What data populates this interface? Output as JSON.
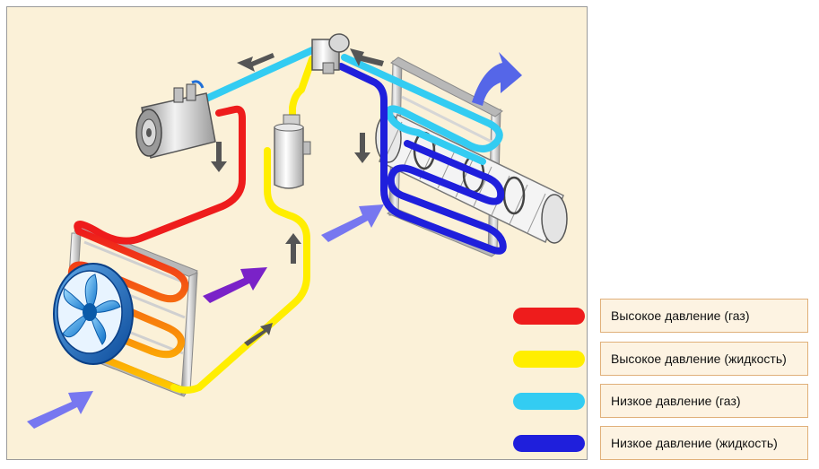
{
  "legend": {
    "items": [
      {
        "label": "Высокое давление (газ)",
        "color": "#ee1c1c"
      },
      {
        "label": "Высокое давление (жидкость)",
        "color": "#ffee00"
      },
      {
        "label": "Низкое давление (газ)",
        "color": "#33ccf2"
      },
      {
        "label": "Низкое давление (жидкость)",
        "color": "#1f1fdc"
      }
    ]
  },
  "colors": {
    "panel_background": "#fbf1d8",
    "airflow_arrow": "#7777f0",
    "hot_air_arrow": "#7a22c8",
    "direction_arrow": "#555555"
  },
  "components": [
    "compressor-icon",
    "condenser-icon",
    "fan-icon",
    "receiver-drier-icon",
    "expansion-valve-icon",
    "evaporator-icon",
    "blower-icon"
  ]
}
